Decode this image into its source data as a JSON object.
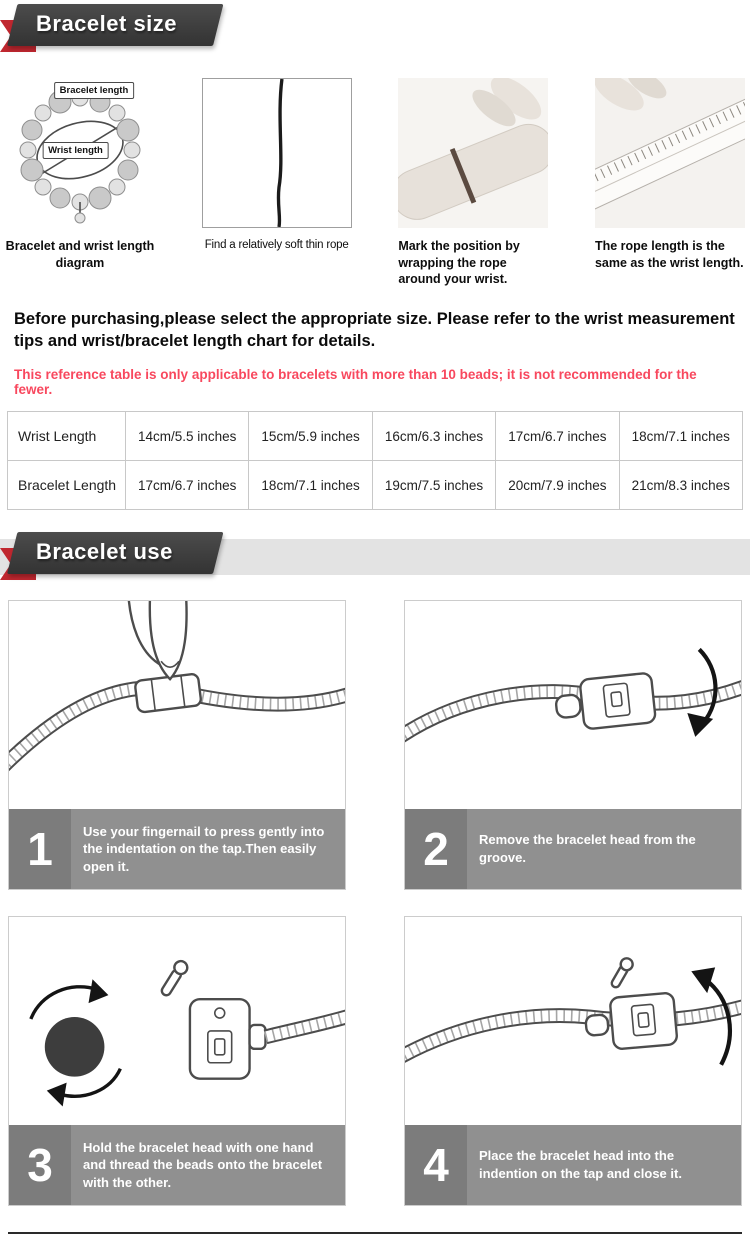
{
  "banners": {
    "size_title": "Bracelet size",
    "use_title": "Bracelet use"
  },
  "measure": {
    "items": [
      {
        "caption": "Bracelet and wrist length diagram",
        "labels": {
          "bracelet": "Bracelet length",
          "wrist": "Wrist length"
        }
      },
      {
        "caption": "Find a relatively soft thin rope"
      },
      {
        "caption": "Mark the position by wrapping the rope around your wrist."
      },
      {
        "caption": "The rope length is the same as the wrist length."
      }
    ]
  },
  "texts": {
    "intro": "Before purchasing,please select the appropriate size. Please refer to the wrist measurement tips and wrist/bracelet length chart for details.",
    "note": "This reference table is only applicable to bracelets with more than 10 beads; it is not recommended for the fewer."
  },
  "size_table": {
    "rows": [
      {
        "label": "Wrist Length",
        "values": [
          "14cm/5.5 inches",
          "15cm/5.9 inches",
          "16cm/6.3 inches",
          "17cm/6.7 inches",
          "18cm/7.1 inches"
        ]
      },
      {
        "label": "Bracelet Length",
        "values": [
          "17cm/6.7 inches",
          "18cm/7.1 inches",
          "19cm/7.5 inches",
          "20cm/7.9 inches",
          "21cm/8.3 inches"
        ]
      }
    ]
  },
  "use_steps": [
    {
      "number": "1",
      "text": "Use your fingernail to press gently into the indentation on the tap.Then easily open it."
    },
    {
      "number": "2",
      "text": "Remove the bracelet head from the groove."
    },
    {
      "number": "3",
      "text": "Hold the bracelet head with one hand and thread the beads onto the bracelet with the other."
    },
    {
      "number": "4",
      "text": "Place the bracelet head into the indention on the tap and close it."
    }
  ],
  "colors": {
    "banner_dark": "#3f3f3f",
    "ribbon_red": "#c0272f",
    "note_red": "#f8485e",
    "step_bar_gray": "#909090"
  }
}
